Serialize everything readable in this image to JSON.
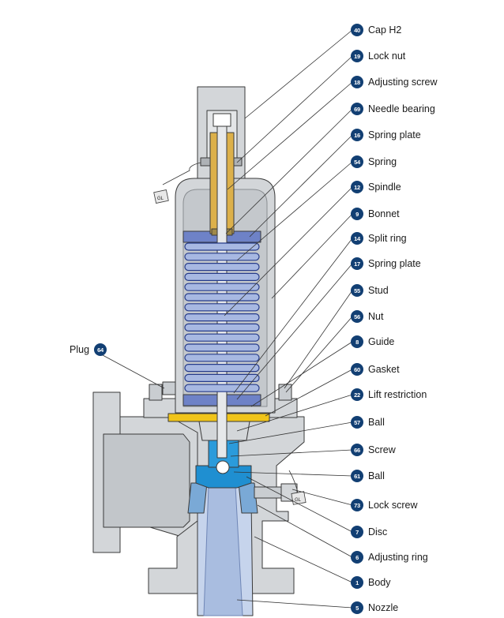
{
  "colors": {
    "badge": "#123f73",
    "body_grey": "#d3d6d9",
    "spring_blue": "#a7b8e2",
    "disc_blue": "#1f8fd1",
    "nozzle_blue": "#c6d4ec",
    "gasket_yellow": "#f0c419",
    "brass": "#dcb04a"
  },
  "labels": [
    {
      "num": "40",
      "text": "Cap H2"
    },
    {
      "num": "19",
      "text": "Lock nut"
    },
    {
      "num": "18",
      "text": "Adjusting screw"
    },
    {
      "num": "69",
      "text": "Needle bearing"
    },
    {
      "num": "16",
      "text": "Spring plate"
    },
    {
      "num": "54",
      "text": "Spring"
    },
    {
      "num": "12",
      "text": "Spindle"
    },
    {
      "num": "9",
      "text": "Bonnet"
    },
    {
      "num": "14",
      "text": "Split ring"
    },
    {
      "num": "17",
      "text": "Spring plate"
    },
    {
      "num": "55",
      "text": "Stud"
    },
    {
      "num": "56",
      "text": "Nut"
    },
    {
      "num": "8",
      "text": "Guide"
    },
    {
      "num": "60",
      "text": "Gasket"
    },
    {
      "num": "22",
      "text": "Lift restriction"
    },
    {
      "num": "57",
      "text": "Ball"
    },
    {
      "num": "66",
      "text": "Screw"
    },
    {
      "num": "61",
      "text": "Ball"
    },
    {
      "num": "73",
      "text": "Lock screw"
    },
    {
      "num": "7",
      "text": "Disc"
    },
    {
      "num": "6",
      "text": "Adjusting ring"
    },
    {
      "num": "1",
      "text": "Body"
    },
    {
      "num": "5",
      "text": "Nozzle"
    }
  ],
  "plug": {
    "num": "64",
    "text": "Plug"
  },
  "seal_tags": [
    "GL",
    "GL"
  ]
}
